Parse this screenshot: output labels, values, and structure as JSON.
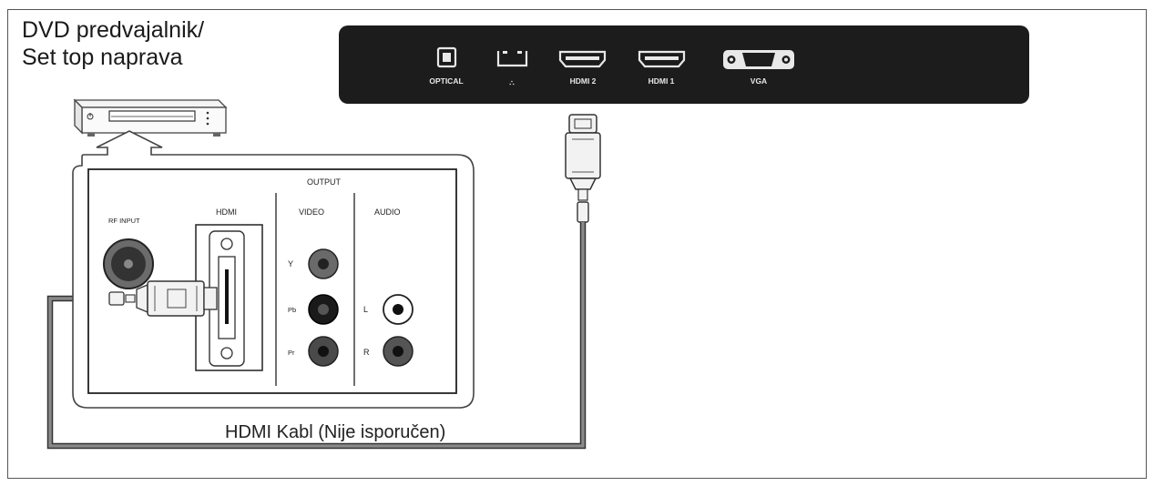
{
  "device_title": {
    "line1": "DVD predvajalnik/",
    "line2": "Set top naprava"
  },
  "tv_ports": [
    {
      "id": "optical",
      "label": "OPTICAL",
      "icon": "optical-port-icon"
    },
    {
      "id": "usb",
      "label": "∴",
      "icon": "usb-port-icon"
    },
    {
      "id": "hdmi2",
      "label": "HDMI 2",
      "icon": "hdmi-port-icon"
    },
    {
      "id": "hdmi1",
      "label": "HDMI 1",
      "icon": "hdmi-port-icon"
    },
    {
      "id": "vga",
      "label": "VGA",
      "icon": "vga-port-icon"
    }
  ],
  "device_panel": {
    "output_label": "OUTPUT",
    "rf_label": "RF INPUT",
    "hdmi_label": "HDMI",
    "video_label": "VIDEO",
    "audio_label": "AUDIO",
    "video_jacks": [
      "Y",
      "Pb",
      "Pr"
    ],
    "audio_jacks": [
      "L",
      "R"
    ]
  },
  "cable_caption": "HDMI Kabl (Nije isporučen)",
  "colors": {
    "tv_panel": "#1c1c1c",
    "cable": "#777777",
    "outline": "#555555"
  }
}
